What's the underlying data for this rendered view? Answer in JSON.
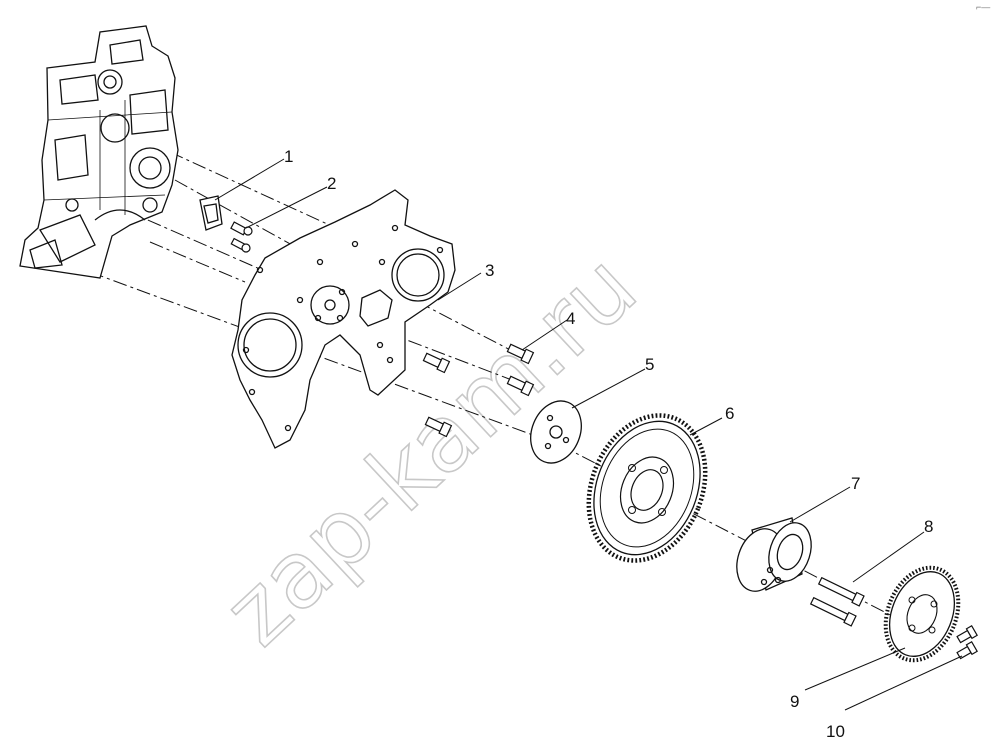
{
  "callouts": [
    "1",
    "2",
    "3",
    "4",
    "5",
    "6",
    "7",
    "8",
    "9",
    "10"
  ],
  "watermark": "zap-kam.ru",
  "corner_mark": "⌐—"
}
